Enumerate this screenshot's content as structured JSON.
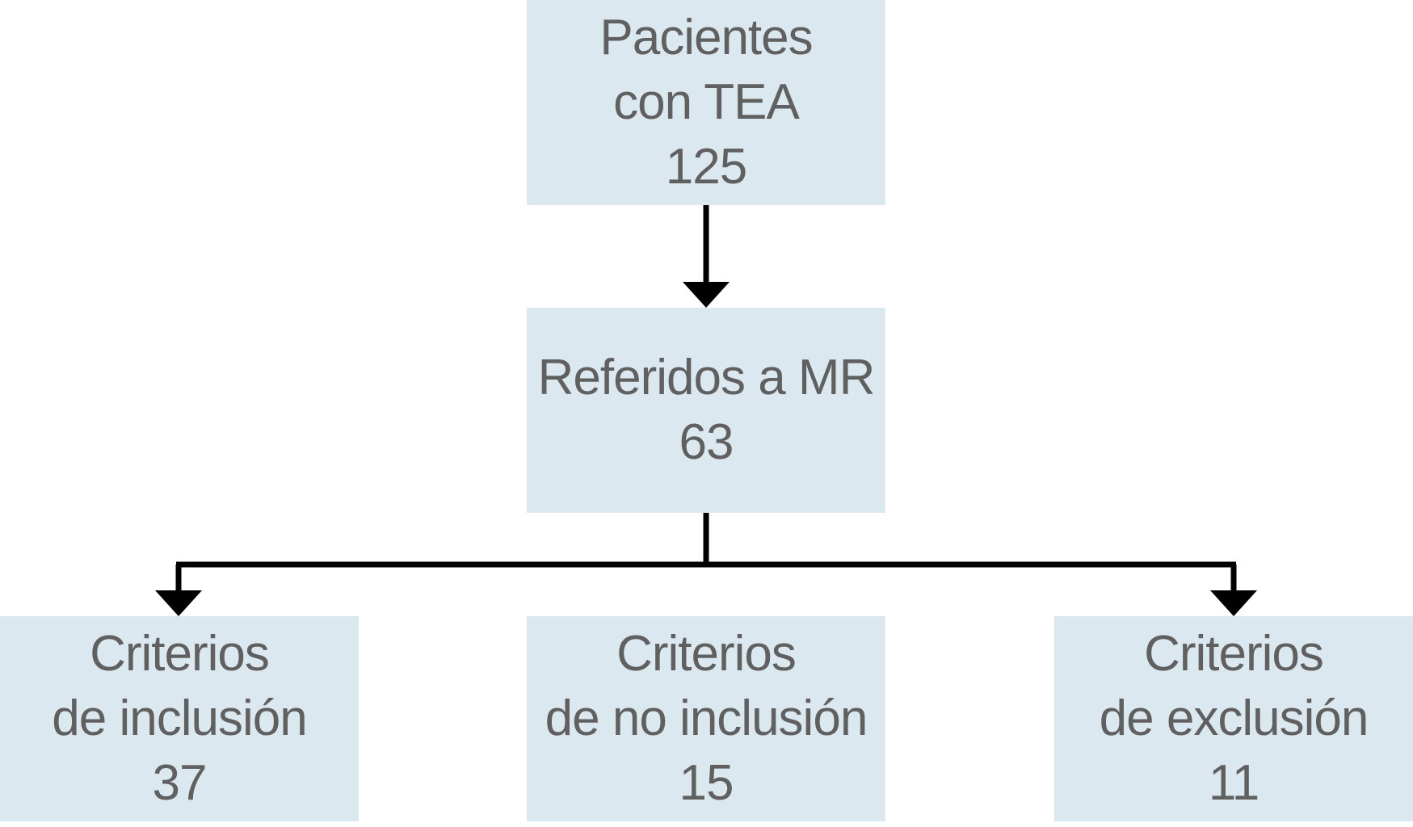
{
  "nodes": {
    "top": {
      "lines": [
        "Pacientes",
        "con TEA",
        "125"
      ]
    },
    "middle": {
      "lines": [
        "Referidos a MR",
        "63"
      ]
    },
    "left": {
      "lines": [
        "Criterios",
        "de inclusión",
        "37"
      ]
    },
    "center": {
      "lines": [
        "Criterios",
        "de no inclusión",
        "15"
      ]
    },
    "right": {
      "lines": [
        "Criterios",
        "de exclusión",
        "11"
      ]
    }
  },
  "colors": {
    "box_fill": "#dce8f0",
    "text": "#606060",
    "connector": "#000000"
  }
}
